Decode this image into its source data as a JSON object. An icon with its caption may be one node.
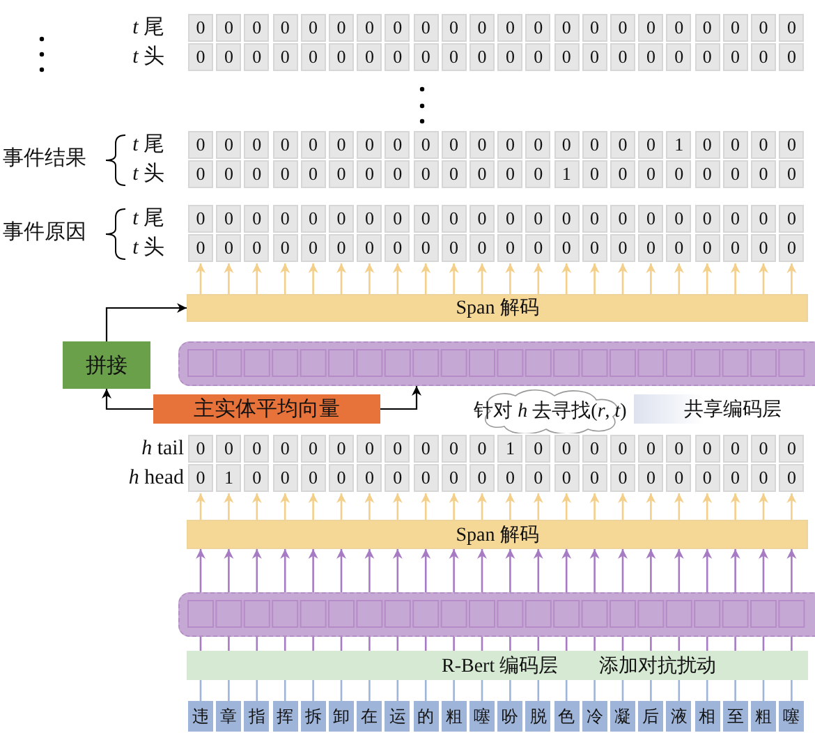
{
  "diagram": {
    "nodes": [
      {
        "text": [
          "0",
          "0",
          "0",
          "0",
          "0",
          "0",
          "0",
          "0",
          "0",
          "0",
          "0",
          "0",
          "0",
          "0",
          "0",
          "0",
          "0",
          "0",
          "0",
          "0",
          "0",
          "0",
          "0",
          "0",
          "0",
          "0",
          "0",
          "0",
          "0",
          "0",
          "0",
          "0",
          "0",
          "0",
          "0",
          "0",
          "0",
          "0",
          "0",
          "0",
          "0",
          "0",
          "0",
          "0"
        ]
      },
      {
        "text": [
          "0",
          "0",
          "0",
          "0",
          "0",
          "0",
          "0",
          "0",
          "0",
          "0",
          "0",
          "0",
          "0",
          "0",
          "0",
          "0",
          "0",
          "1",
          "0",
          "0",
          "0",
          "0",
          "0",
          "0",
          "0",
          "0",
          "0",
          "0",
          "0",
          "0",
          "0",
          "0",
          "0",
          "0",
          "0",
          "1",
          "0",
          "0",
          "0",
          "0",
          "0",
          "0",
          "0",
          "0"
        ]
      },
      {
        "text": [
          "0",
          "0",
          "0",
          "0",
          "0",
          "0",
          "0",
          "0",
          "0",
          "0",
          "0",
          "0",
          "0",
          "0",
          "0",
          "0",
          "0",
          "0",
          "0",
          "0",
          "0",
          "0",
          "0",
          "0",
          "0",
          "0",
          "0",
          "0",
          "0",
          "0",
          "0",
          "0",
          "0",
          "0",
          "0",
          "0",
          "0",
          "0",
          "0",
          "0",
          "0",
          "0",
          "0",
          "0"
        ]
      },
      {
        "text": [
          "Span 解码"
        ]
      },
      {
        "text": [
          "拼接"
        ]
      },
      {
        "text": [],
        "shape": "bar"
      },
      {
        "text": [
          "主实体平均向量"
        ]
      },
      {
        "text": [
          "针对 *h* 去寻找(*r*, *t*)"
        ]
      },
      {
        "text": [
          "共享编码层"
        ]
      },
      {
        "text": [
          "0",
          "0",
          "0",
          "0",
          "0",
          "0",
          "0",
          "0",
          "0",
          "0",
          "0",
          "1",
          "0",
          "0",
          "0",
          "0",
          "0",
          "0",
          "0",
          "0",
          "0",
          "0",
          "0",
          "1",
          "0",
          "0",
          "0",
          "0",
          "0",
          "0",
          "0",
          "0",
          "0",
          "0",
          "0",
          "0",
          "0",
          "0",
          "0",
          "0",
          "0",
          "0",
          "0",
          "0"
        ]
      },
      {
        "text": [
          "Span 解码"
        ]
      },
      {
        "text": [],
        "shape": "bar"
      },
      {
        "text": [
          "R-Bert 编码层",
          "添加对抗扰动"
        ]
      },
      {
        "text": [
          "违"
        ]
      },
      {
        "text": [
          "章"
        ]
      },
      {
        "text": [
          "指"
        ]
      },
      {
        "text": [
          "挥"
        ]
      },
      {
        "text": [
          "拆"
        ]
      },
      {
        "text": [
          "卸"
        ]
      },
      {
        "text": [
          "在"
        ]
      },
      {
        "text": [
          "运"
        ]
      },
      {
        "text": [
          "的"
        ]
      },
      {
        "text": [
          "粗"
        ]
      },
      {
        "text": [
          "噻"
        ]
      },
      {
        "text": [
          "吩"
        ]
      },
      {
        "text": [
          "脱"
        ]
      },
      {
        "text": [
          "色"
        ]
      },
      {
        "text": [
          "冷"
        ]
      },
      {
        "text": [
          "凝"
        ]
      },
      {
        "text": [
          "后"
        ]
      },
      {
        "text": [
          "液"
        ]
      },
      {
        "text": [
          "相"
        ]
      },
      {
        "text": [
          "至"
        ]
      },
      {
        "text": [
          "粗"
        ]
      },
      {
        "text": [
          "噻"
        ]
      }
    ],
    "edges": [
      {
        "from": 4,
        "to": 3,
        "arrow": "to",
        "color": "#000000"
      },
      {
        "from": 6,
        "to": 4,
        "arrow": "to",
        "color": "#000000"
      },
      {
        "from": 6,
        "to": 5,
        "arrow": "to",
        "color": "#000000"
      },
      {
        "from": 3,
        "to": 2,
        "arrow": "to"
      },
      {
        "from": 3,
        "to": 2,
        "arrow": "to"
      },
      {
        "from": 3,
        "to": 2,
        "arrow": "to"
      },
      {
        "from": 3,
        "to": 2,
        "arrow": "to"
      },
      {
        "from": 3,
        "to": 2,
        "arrow": "to"
      },
      {
        "from": 3,
        "to": 2,
        "arrow": "to"
      },
      {
        "from": 3,
        "to": 2,
        "arrow": "to"
      },
      {
        "from": 3,
        "to": 2,
        "arrow": "to"
      },
      {
        "from": 3,
        "to": 2,
        "arrow": "to"
      },
      {
        "from": 3,
        "to": 2,
        "arrow": "to"
      },
      {
        "from": 3,
        "to": 2,
        "arrow": "to"
      },
      {
        "from": 3,
        "to": 2,
        "arrow": "to"
      },
      {
        "from": 3,
        "to": 2,
        "arrow": "to"
      },
      {
        "from": 3,
        "to": 2,
        "arrow": "to"
      },
      {
        "from": 3,
        "to": 2,
        "arrow": "to"
      },
      {
        "from": 3,
        "to": 2,
        "arrow": "to"
      },
      {
        "from": 3,
        "to": 2,
        "arrow": "to"
      },
      {
        "from": 3,
        "to": 2,
        "arrow": "to"
      },
      {
        "from": 3,
        "to": 2,
        "arrow": "to"
      },
      {
        "from": 3,
        "to": 2,
        "arrow": "to"
      },
      {
        "from": 3,
        "to": 2,
        "arrow": "to"
      },
      {
        "from": 3,
        "to": 2,
        "arrow": "to"
      },
      {
        "from": 10,
        "to": 9,
        "arrow": "to"
      },
      {
        "from": 10,
        "to": 9,
        "arrow": "to"
      },
      {
        "from": 10,
        "to": 9,
        "arrow": "to"
      },
      {
        "from": 10,
        "to": 9,
        "arrow": "to"
      },
      {
        "from": 10,
        "to": 9,
        "arrow": "to"
      },
      {
        "from": 10,
        "to": 9,
        "arrow": "to"
      },
      {
        "from": 10,
        "to": 9,
        "arrow": "to"
      },
      {
        "from": 10,
        "to": 9,
        "arrow": "to"
      },
      {
        "from": 10,
        "to": 9,
        "arrow": "to"
      },
      {
        "from": 10,
        "to": 9,
        "arrow": "to"
      },
      {
        "from": 10,
        "to": 9,
        "arrow": "to"
      },
      {
        "from": 10,
        "to": 9,
        "arrow": "to"
      },
      {
        "from": 10,
        "to": 9,
        "arrow": "to"
      },
      {
        "from": 10,
        "to": 9,
        "arrow": "to"
      },
      {
        "from": 10,
        "to": 9,
        "arrow": "to"
      },
      {
        "from": 10,
        "to": 9,
        "arrow": "to"
      },
      {
        "from": 10,
        "to": 9,
        "arrow": "to"
      },
      {
        "from": 10,
        "to": 9,
        "arrow": "to"
      },
      {
        "from": 10,
        "to": 9,
        "arrow": "to"
      },
      {
        "from": 10,
        "to": 9,
        "arrow": "to"
      },
      {
        "from": 10,
        "to": 9,
        "arrow": "to"
      },
      {
        "from": 10,
        "to": 9,
        "arrow": "to"
      },
      {
        "from": 11,
        "to": 10,
        "arrow": "to",
        "color": "#a77bc4"
      },
      {
        "from": 11,
        "to": 10,
        "arrow": "to",
        "color": "#a77bc4"
      },
      {
        "from": 11,
        "to": 10,
        "arrow": "to",
        "color": "#a77bc4"
      },
      {
        "from": 11,
        "to": 10,
        "arrow": "to",
        "color": "#a77bc4"
      },
      {
        "from": 11,
        "to": 10,
        "arrow": "to",
        "color": "#a77bc4"
      },
      {
        "from": 11,
        "to": 10,
        "arrow": "to",
        "color": "#a77bc4"
      },
      {
        "from": 11,
        "to": 10,
        "arrow": "to",
        "color": "#a77bc4"
      },
      {
        "from": 11,
        "to": 10,
        "arrow": "to",
        "color": "#a77bc4"
      },
      {
        "from": 11,
        "to": 10,
        "arrow": "to",
        "color": "#a77bc4"
      },
      {
        "from": 11,
        "to": 10,
        "arrow": "to",
        "color": "#a77bc4"
      },
      {
        "from": 11,
        "to": 10,
        "arrow": "to",
        "color": "#a77bc4"
      },
      {
        "from": 11,
        "to": 10,
        "arrow": "to",
        "color": "#a77bc4"
      },
      {
        "from": 11,
        "to": 10,
        "arrow": "to",
        "color": "#a77bc4"
      },
      {
        "from": 11,
        "to": 10,
        "arrow": "to",
        "color": "#a77bc4"
      },
      {
        "from": 11,
        "to": 10,
        "arrow": "to",
        "color": "#a77bc4"
      },
      {
        "from": 11,
        "to": 10,
        "arrow": "to",
        "color": "#a77bc4"
      },
      {
        "from": 11,
        "to": 10,
        "arrow": "to",
        "color": "#a77bc4"
      },
      {
        "from": 11,
        "to": 10,
        "arrow": "to",
        "color": "#a77bc4"
      },
      {
        "from": 11,
        "to": 10,
        "arrow": "to",
        "color": "#a77bc4"
      },
      {
        "from": 11,
        "to": 10,
        "arrow": "to",
        "color": "#a77bc4"
      },
      {
        "from": 11,
        "to": 10,
        "arrow": "to",
        "color": "#a77bc4"
      },
      {
        "from": 11,
        "to": 10,
        "arrow": "to",
        "color": "#a77bc4"
      },
      {
        "from": 12,
        "to": 11,
        "arrow": "none",
        "color": "#a77bc4"
      },
      {
        "from": 12,
        "to": 11,
        "arrow": "none",
        "color": "#a77bc4"
      },
      {
        "from": 12,
        "to": 11,
        "arrow": "none",
        "color": "#a77bc4"
      },
      {
        "from": 12,
        "to": 11,
        "arrow": "none",
        "color": "#a77bc4"
      },
      {
        "from": 12,
        "to": 11,
        "arrow": "none",
        "color": "#a77bc4"
      },
      {
        "from": 12,
        "to": 11,
        "arrow": "none",
        "color": "#a77bc4"
      },
      {
        "from": 12,
        "to": 11,
        "arrow": "none",
        "color": "#a77bc4"
      },
      {
        "from": 12,
        "to": 11,
        "arrow": "none",
        "color": "#a77bc4"
      },
      {
        "from": 12,
        "to": 11,
        "arrow": "none",
        "color": "#a77bc4"
      },
      {
        "from": 12,
        "to": 11,
        "arrow": "none",
        "color": "#a77bc4"
      },
      {
        "from": 12,
        "to": 11,
        "arrow": "none",
        "color": "#a77bc4"
      },
      {
        "from": 12,
        "to": 11,
        "arrow": "none",
        "color": "#a77bc4"
      },
      {
        "from": 12,
        "to": 11,
        "arrow": "none",
        "color": "#a77bc4"
      },
      {
        "from": 12,
        "to": 11,
        "arrow": "none",
        "color": "#a77bc4"
      },
      {
        "from": 12,
        "to": 11,
        "arrow": "none",
        "color": "#a77bc4"
      },
      {
        "from": 12,
        "to": 11,
        "arrow": "none",
        "color": "#a77bc4"
      },
      {
        "from": 12,
        "to": 11,
        "arrow": "none",
        "color": "#a77bc4"
      },
      {
        "from": 12,
        "to": 11,
        "arrow": "none",
        "color": "#a77bc4"
      },
      {
        "from": 12,
        "to": 11,
        "arrow": "none",
        "color": "#a77bc4"
      },
      {
        "from": 12,
        "to": 11,
        "arrow": "none",
        "color": "#a77bc4"
      },
      {
        "from": 12,
        "to": 11,
        "arrow": "none",
        "color": "#a77bc4"
      },
      {
        "from": 12,
        "to": 11,
        "arrow": "none",
        "color": "#a77bc4"
      },
      {
        "from": 13,
        "to": 12,
        "arrow": "none",
        "color": "#9fb4d9"
      },
      {
        "from": 14,
        "to": 12,
        "arrow": "none",
        "color": "#9fb4d9"
      },
      {
        "from": 15,
        "to": 12,
        "arrow": "none",
        "color": "#9fb4d9"
      },
      {
        "from": 16,
        "to": 12,
        "arrow": "none",
        "color": "#9fb4d9"
      },
      {
        "from": 17,
        "to": 12,
        "arrow": "none",
        "color": "#9fb4d9"
      },
      {
        "from": 18,
        "to": 12,
        "arrow": "none",
        "color": "#9fb4d9"
      },
      {
        "from": 19,
        "to": 12,
        "arrow": "none",
        "color": "#9fb4d9"
      },
      {
        "from": 20,
        "to": 12,
        "arrow": "none",
        "color": "#9fb4d9"
      },
      {
        "from": 21,
        "to": 12,
        "arrow": "none",
        "color": "#9fb4d9"
      },
      {
        "from": 22,
        "to": 12,
        "arrow": "none",
        "color": "#9fb4d9"
      },
      {
        "from": 23,
        "to": 12,
        "arrow": "none",
        "color": "#9fb4d9"
      },
      {
        "from": 24,
        "to": 12,
        "arrow": "none",
        "color": "#9fb4d9"
      },
      {
        "from": 25,
        "to": 12,
        "arrow": "none",
        "color": "#9fb4d9"
      },
      {
        "from": 26,
        "to": 12,
        "arrow": "none",
        "color": "#9fb4d9"
      },
      {
        "from": 27,
        "to": 12,
        "arrow": "none",
        "color": "#9fb4d9"
      },
      {
        "from": 28,
        "to": 12,
        "arrow": "none",
        "color": "#9fb4d9"
      },
      {
        "from": 29,
        "to": 12,
        "arrow": "none",
        "color": "#9fb4d9"
      },
      {
        "from": 30,
        "to": 12,
        "arrow": "none",
        "color": "#9fb4d9"
      },
      {
        "from": 31,
        "to": 12,
        "arrow": "none",
        "color": "#9fb4d9"
      },
      {
        "from": 32,
        "to": 12,
        "arrow": "none",
        "color": "#9fb4d9"
      },
      {
        "from": 33,
        "to": 12,
        "arrow": "none",
        "color": "#9fb4d9"
      },
      {
        "from": 34,
        "to": 12,
        "arrow": "none",
        "color": "#9fb4d9"
      }
    ],
    "labels": [
      "*t* 尾",
      "*t* 头",
      "事件结果",
      "*t* 尾",
      "*t* 头",
      "事件原因",
      "*t* 尾",
      "*t* 头",
      "*h* tail",
      "*h* head"
    ]
  }
}
